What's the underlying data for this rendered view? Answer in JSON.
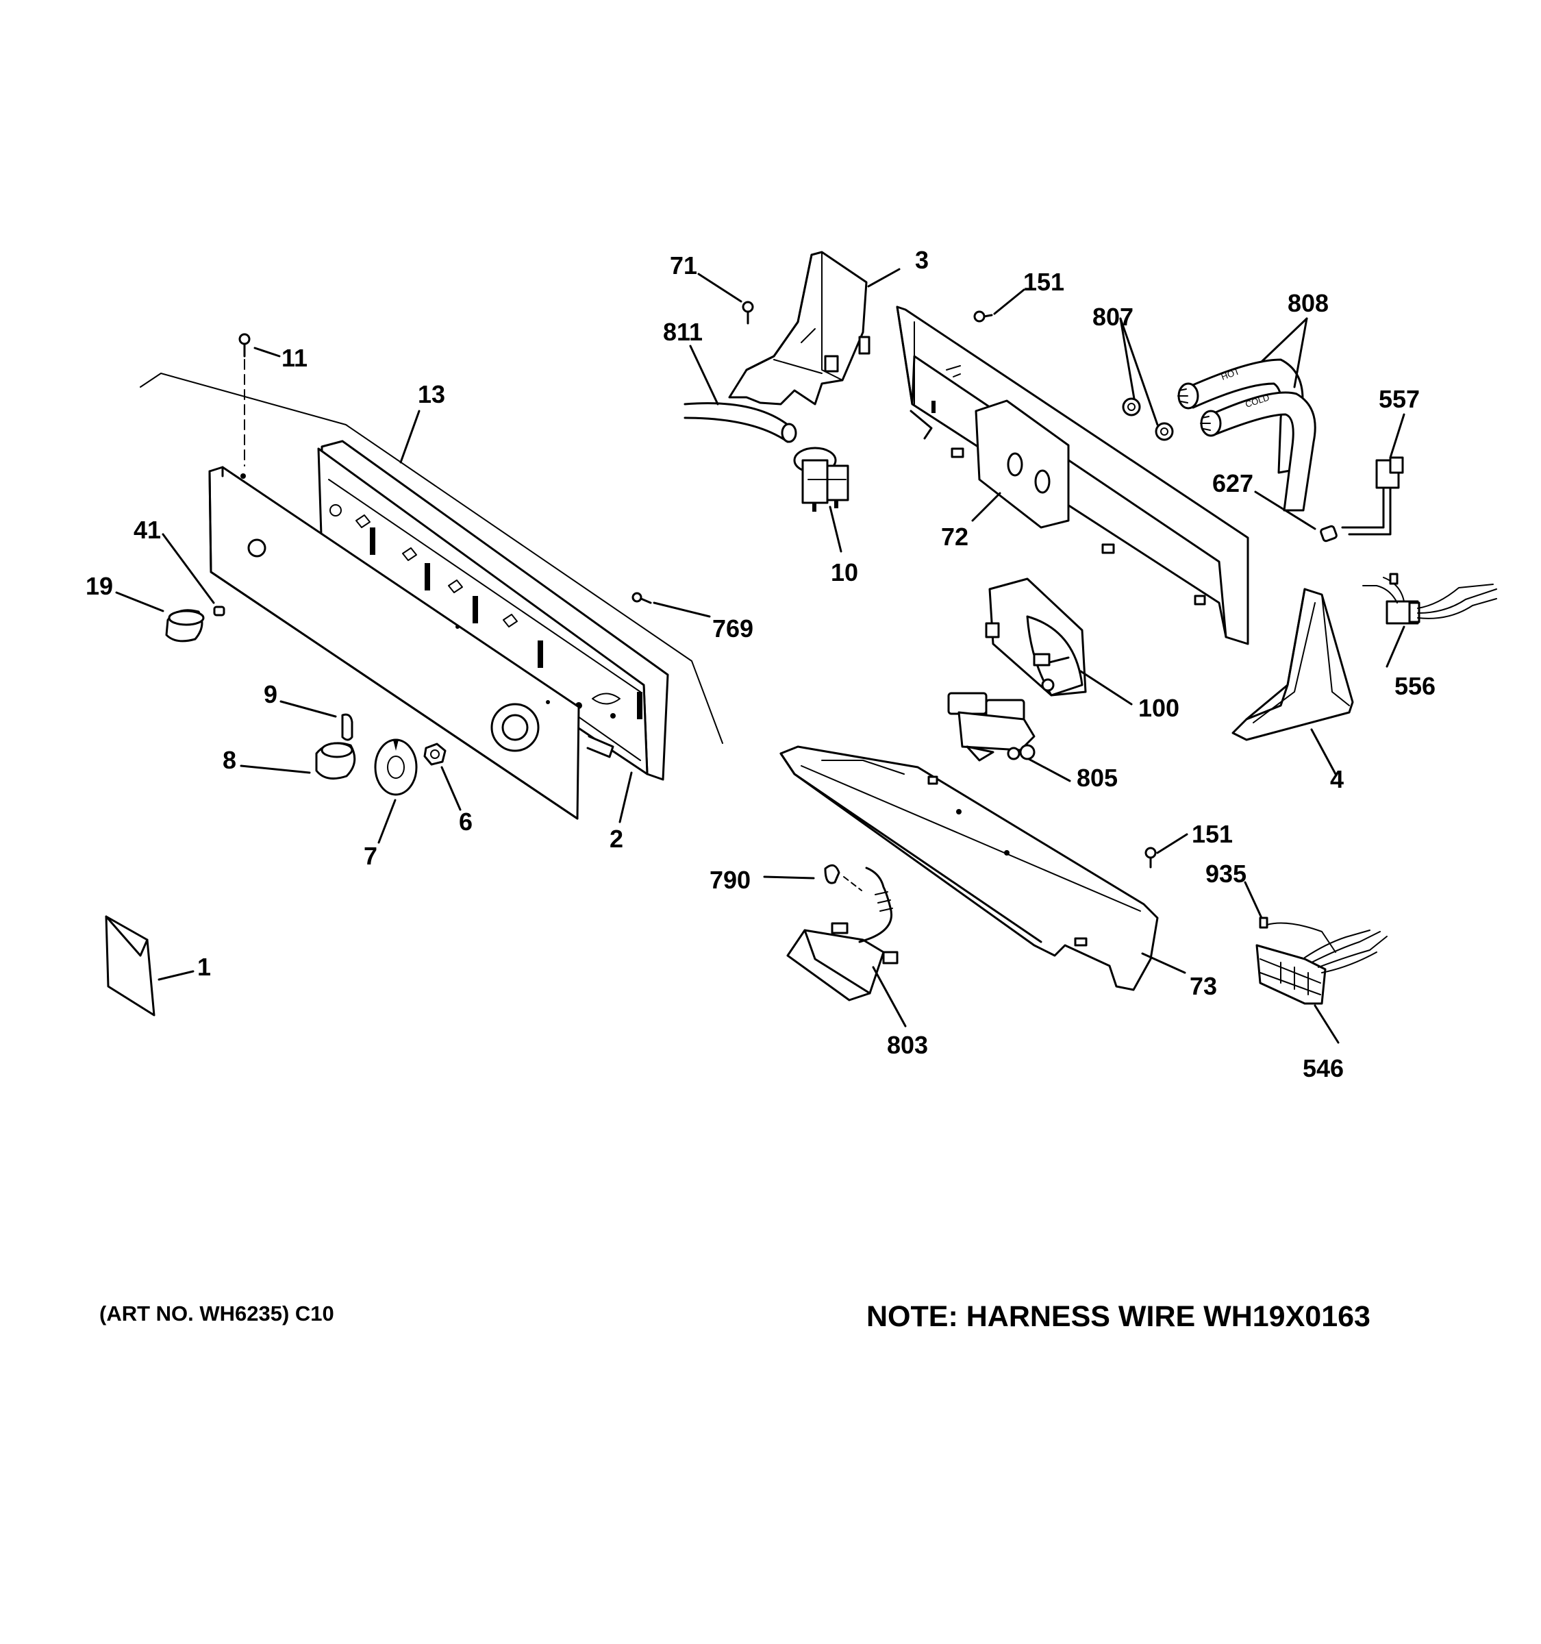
{
  "callouts": {
    "c1": "1",
    "c2": "2",
    "c3": "3",
    "c4": "4",
    "c6": "6",
    "c7": "7",
    "c8": "8",
    "c9": "9",
    "c10": "10",
    "c11": "11",
    "c13": "13",
    "c19": "19",
    "c41": "41",
    "c71": "71",
    "c72": "72",
    "c73": "73",
    "c100": "100",
    "c151a": "151",
    "c151b": "151",
    "c546": "546",
    "c556": "556",
    "c557": "557",
    "c627": "627",
    "c769": "769",
    "c790": "790",
    "c803": "803",
    "c805": "805",
    "c807": "807",
    "c808": "808",
    "c811": "811",
    "c935": "935"
  },
  "hose_labels": {
    "hot": "HOT",
    "cold": "COLD"
  },
  "footer": {
    "art_number": "(ART NO. WH6235) C10",
    "note": "NOTE: HARNESS WIRE WH19X0163"
  }
}
